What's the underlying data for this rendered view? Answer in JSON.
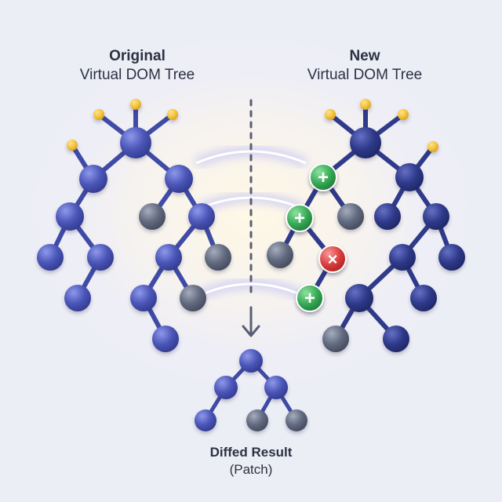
{
  "original_tree": {
    "title_bold": "Original",
    "title_sub": "Virtual DOM Tree"
  },
  "new_tree": {
    "title_bold": "New",
    "title_sub": "Virtual DOM Tree"
  },
  "result": {
    "title_bold": "Diffed Result",
    "title_sub": "(Patch)"
  },
  "badges": {
    "add_symbol": "+",
    "remove_symbol": "×"
  },
  "colors": {
    "blue_node": "#4b56b8",
    "navy_node": "#2f3a8a",
    "gray_node": "#626a80",
    "yellow_leaf": "#f2c23a",
    "add_badge": "#34a853",
    "remove_badge": "#d93a3a",
    "edge": "#3f4ba6"
  }
}
